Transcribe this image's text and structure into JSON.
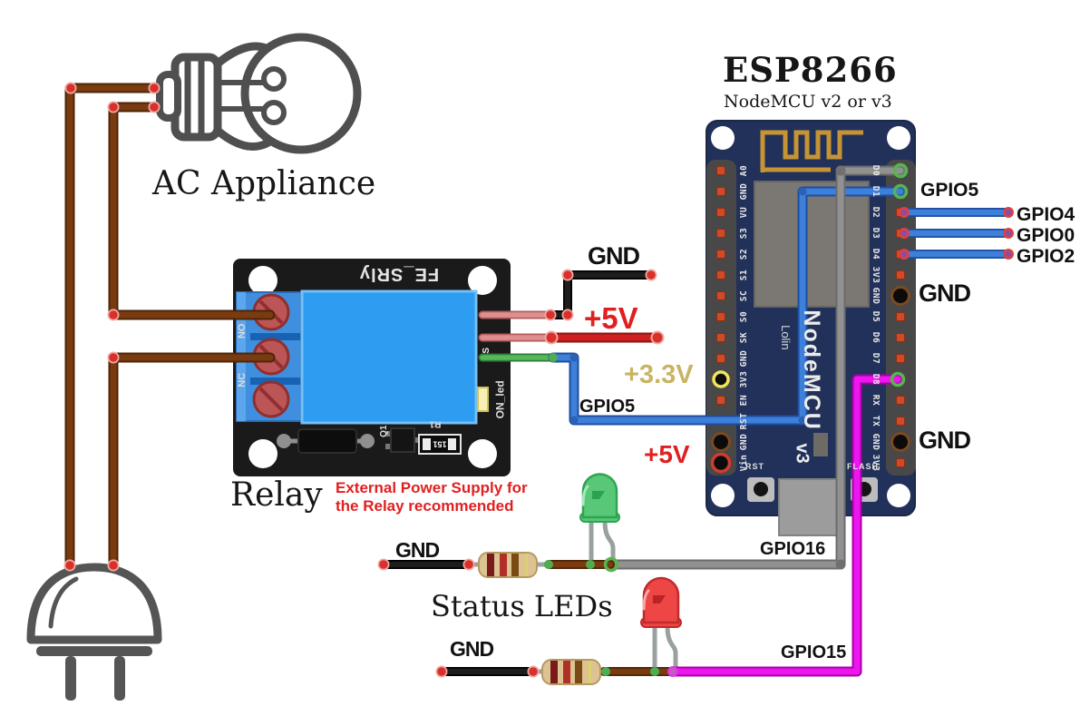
{
  "titles": {
    "esp_title": "ESP8266",
    "esp_subtitle": "NodeMCU v2 or v3",
    "ac_appliance": "AC Appliance",
    "relay": "Relay",
    "status_leds": "Status LEDs"
  },
  "warning": {
    "line1": "External Power Supply for",
    "line2": "the Relay recommended"
  },
  "esp": {
    "pins_left": [
      "A0",
      "GND",
      "VU",
      "S3",
      "S2",
      "S1",
      "SC",
      "S0",
      "SK",
      "GND",
      "3V3",
      "EN",
      "RST",
      "GND",
      "Vin"
    ],
    "pins_right": [
      "D0",
      "D1",
      "D2",
      "D3",
      "D4",
      "3V3",
      "GND",
      "D5",
      "D6",
      "D7",
      "D8",
      "RX",
      "TX",
      "GND",
      "3V3"
    ],
    "board_texts": {
      "lolin": "Lolin",
      "nodemcu": "NodeMCU",
      "v3": "v3",
      "rst": "RST",
      "flash": "FLASH"
    }
  },
  "relay": {
    "silkscreen": "FE_SRly",
    "no": "NO",
    "nc": "NC",
    "s": "S",
    "on_led": "ON_led",
    "q1": "Q1",
    "r1": "R1",
    "r1_value": "151"
  },
  "labels": {
    "gnd_relay": "GND",
    "plus5v_relay": "+5V",
    "gpio5_wire": "GPIO5",
    "plus3v3": "+3.3V",
    "plus5v_vin": "+5V",
    "gpio5_pin": "GPIO5",
    "gpio4": "GPIO4",
    "gpio0": "GPIO0",
    "gpio2": "GPIO2",
    "gnd_right_top": "GND",
    "gnd_right_bottom": "GND",
    "gpio16": "GPIO16",
    "gpio15": "GPIO15",
    "gnd_led_green": "GND",
    "gnd_led_red": "GND"
  },
  "colors": {
    "wire_brown": "#7A3B10",
    "wire_black": "#1D1D1D",
    "wire_red": "#CF2020",
    "wire_green": "#55B85A",
    "wire_blue": "#3D7FD9",
    "wire_gray": "#919191",
    "wire_magenta": "#EE16EE",
    "board_navy": "#223159",
    "relay_blue": "#2E9CF1",
    "terminal_blue": "#3F8FDE",
    "label_red": "#E02020",
    "label_khaki": "#C9B464",
    "antenna_gold": "#C69435"
  }
}
